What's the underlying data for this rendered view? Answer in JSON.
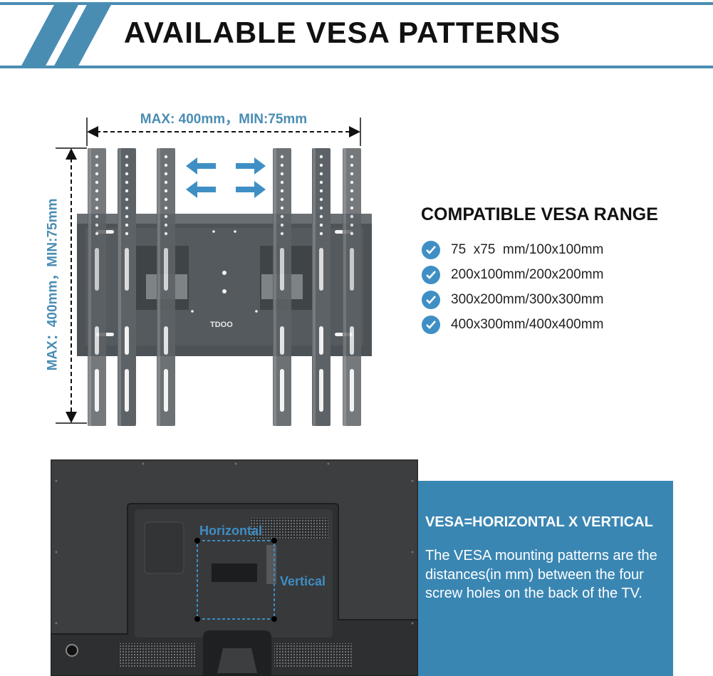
{
  "header": {
    "title": "AVAILABLE VESA PATTERNS"
  },
  "dimensions": {
    "horizontal": "MAX:  400mm，MIN:75mm",
    "vertical": "MAX：400mm，MIN:75mm"
  },
  "bracket": {
    "brand": "TDOO"
  },
  "compatible": {
    "title": "COMPATIBLE VESA RANGE",
    "items": [
      "75  x75  mm/100x100mm",
      "200x100mm/200x200mm",
      "300x200mm/300x300mm",
      "400x300mm/400x400mm"
    ]
  },
  "tv_labels": {
    "horizontal": "Horizontal",
    "vertical": "Vertical"
  },
  "info": {
    "title": "VESA=HORIZONTAL X VERTICAL",
    "description": "The VESA mounting patterns are the distances(in mm) between the four screw holes on the back of the TV."
  },
  "colors": {
    "accent": "#4a8db3",
    "panel": "#3a86b3",
    "check": "#3f8fc5",
    "bracket": "#555a5e"
  },
  "icons": [
    "diagonal-stripes-icon",
    "double-arrow-icon",
    "check-circle-icon",
    "screw-hole-icon"
  ]
}
